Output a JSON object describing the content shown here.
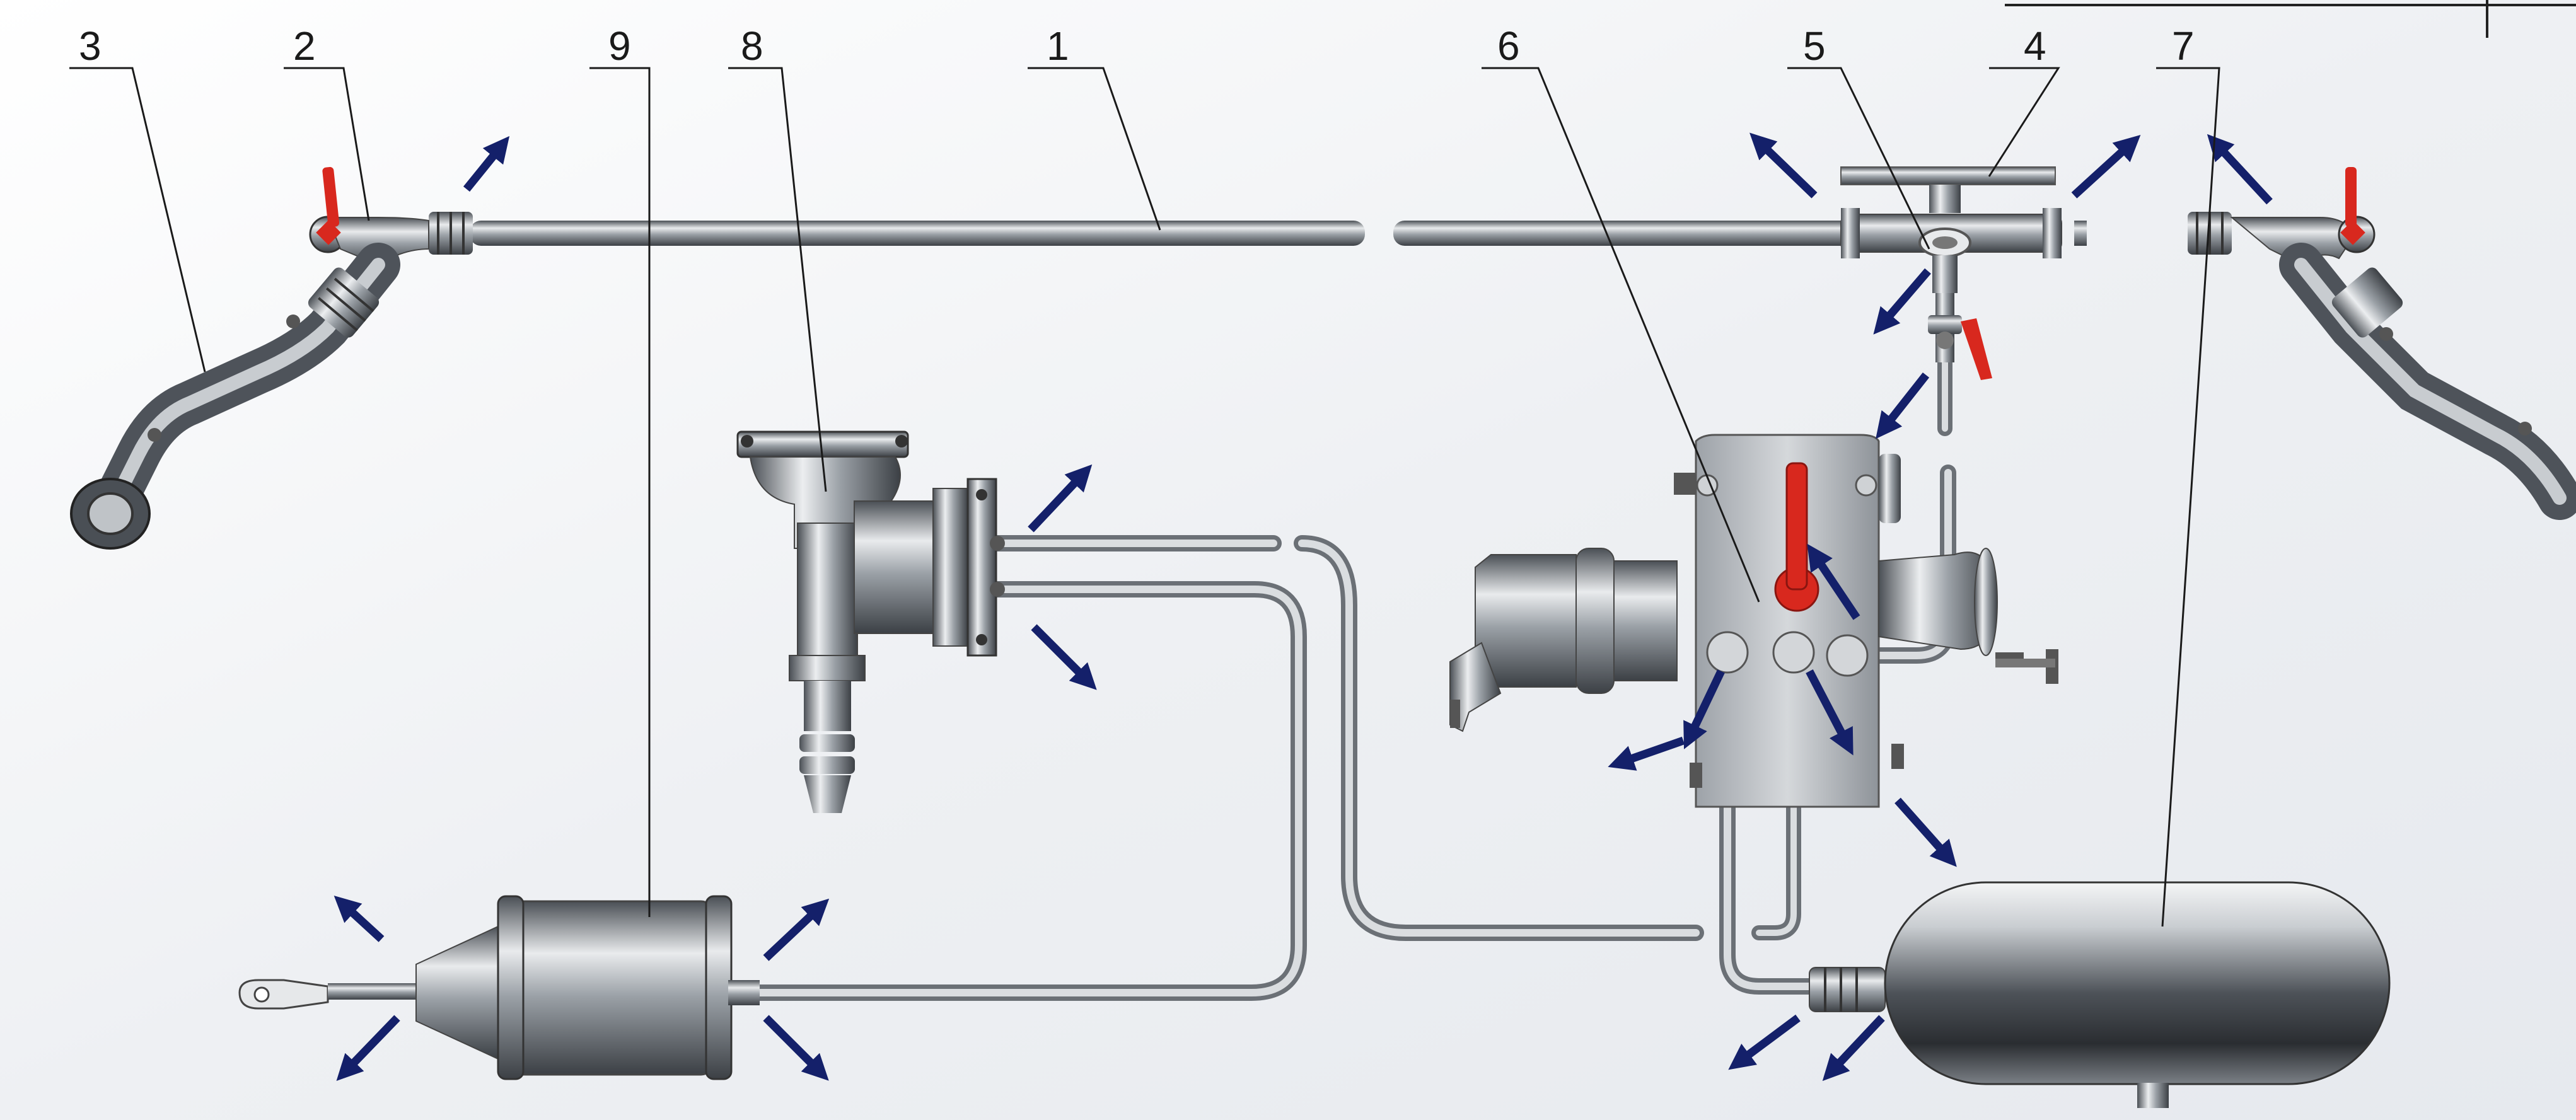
{
  "diagram": {
    "callouts": [
      {
        "id": "c3",
        "label": "3"
      },
      {
        "id": "c2",
        "label": "2"
      },
      {
        "id": "c9",
        "label": "9"
      },
      {
        "id": "c8",
        "label": "8"
      },
      {
        "id": "c1",
        "label": "1"
      },
      {
        "id": "c6",
        "label": "6"
      },
      {
        "id": "c5",
        "label": "5"
      },
      {
        "id": "c4",
        "label": "4"
      },
      {
        "id": "c7",
        "label": "7"
      }
    ],
    "colors": {
      "flow_arrow": "#14206a",
      "valve_handle": "#d8281e",
      "pipe": "#a9aeb3",
      "metal_dark": "#5a5f66",
      "metal_light": "#e8eaec"
    }
  }
}
